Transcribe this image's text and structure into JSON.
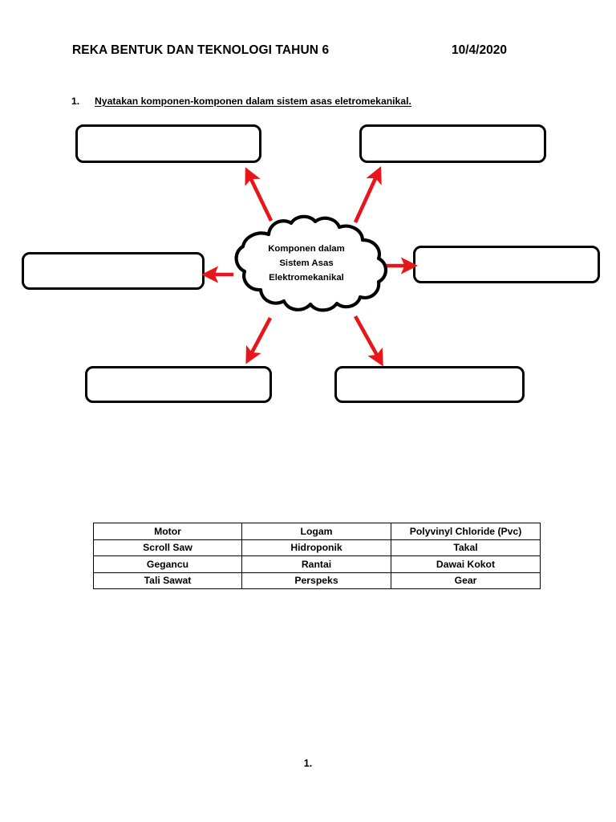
{
  "header": {
    "title": "REKA BENTUK DAN TEKNOLOGI TAHUN 6",
    "date": "10/4/2020"
  },
  "question": {
    "number": "1.",
    "text": "Nyatakan komponen-komponen dalam sistem asas eletromekanikal."
  },
  "diagram": {
    "center": {
      "line1": "Komponen dalam",
      "line2": "Sistem Asas",
      "line3": "Elektromekanikal"
    },
    "answer_boxes": [
      {
        "id": "top-left",
        "value": ""
      },
      {
        "id": "top-right",
        "value": ""
      },
      {
        "id": "middle-left",
        "value": ""
      },
      {
        "id": "middle-right",
        "value": ""
      },
      {
        "id": "bottom-left",
        "value": ""
      },
      {
        "id": "bottom-right",
        "value": ""
      }
    ],
    "arrow_color": "#E8161A",
    "outline_color": "#000000"
  },
  "word_bank": {
    "rows": [
      [
        "Motor",
        "Logam",
        "Polyvinyl Chloride (Pvc)"
      ],
      [
        "Scroll Saw",
        "Hidroponik",
        "Takal"
      ],
      [
        "Gegancu",
        "Rantai",
        "Dawai Kokot"
      ],
      [
        "Tali Sawat",
        "Perspeks",
        "Gear"
      ]
    ]
  },
  "footer": {
    "page_label": "1."
  }
}
